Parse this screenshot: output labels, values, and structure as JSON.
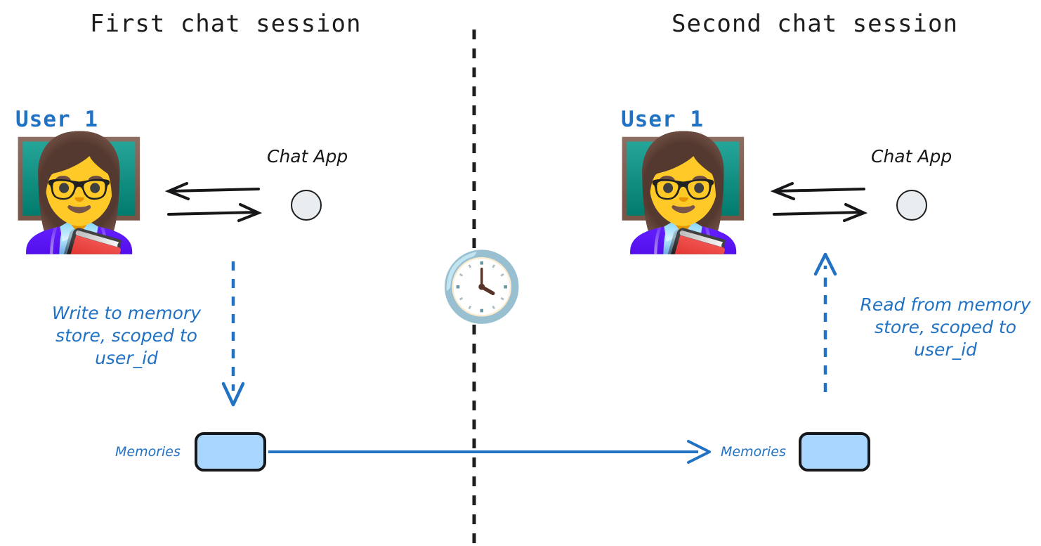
{
  "diagram": {
    "title_left": "First chat session",
    "title_right": "Second chat session",
    "background": "#ffffff",
    "accent_blue": "#2272c4",
    "box_fill": "#a9d6fd",
    "box_stroke": "#17181c",
    "ink_black": "#1d1d1d",
    "circle_fill": "#e9edf0"
  },
  "left_session": {
    "title": "First chat session",
    "user_label": "User 1",
    "avatar_icon": "woman-teacher-emoji",
    "avatar_glyph": "👩‍🏫",
    "chat_app_label": "Chat App",
    "chat_app_icon": "chat-app-circle-icon",
    "exchange_icon": "bidirectional-arrows-icon",
    "flow_note": "Write to memory\nstore, scoped to\nuser_id",
    "flow_arrow_icon": "dashed-arrow-down-icon",
    "memories_label": "Memories",
    "memory_box_icon": "memory-store-box"
  },
  "right_session": {
    "title": "Second chat session",
    "user_label": "User 1",
    "avatar_icon": "woman-teacher-emoji",
    "avatar_glyph": "👩‍🏫",
    "chat_app_label": "Chat App",
    "chat_app_icon": "chat-app-circle-icon",
    "exchange_icon": "bidirectional-arrows-icon",
    "flow_note": "Read from memory\nstore, scoped to\nuser_id",
    "flow_arrow_icon": "dashed-arrow-up-icon",
    "memories_label": "Memories",
    "memory_box_icon": "memory-store-box"
  },
  "divider": {
    "icon": "dashed-vertical-divider",
    "clock_icon": "clock-emoji",
    "clock_glyph": "🕓"
  },
  "persistence_arrow": {
    "icon": "memory-persistence-arrow",
    "direction": "left-to-right"
  }
}
